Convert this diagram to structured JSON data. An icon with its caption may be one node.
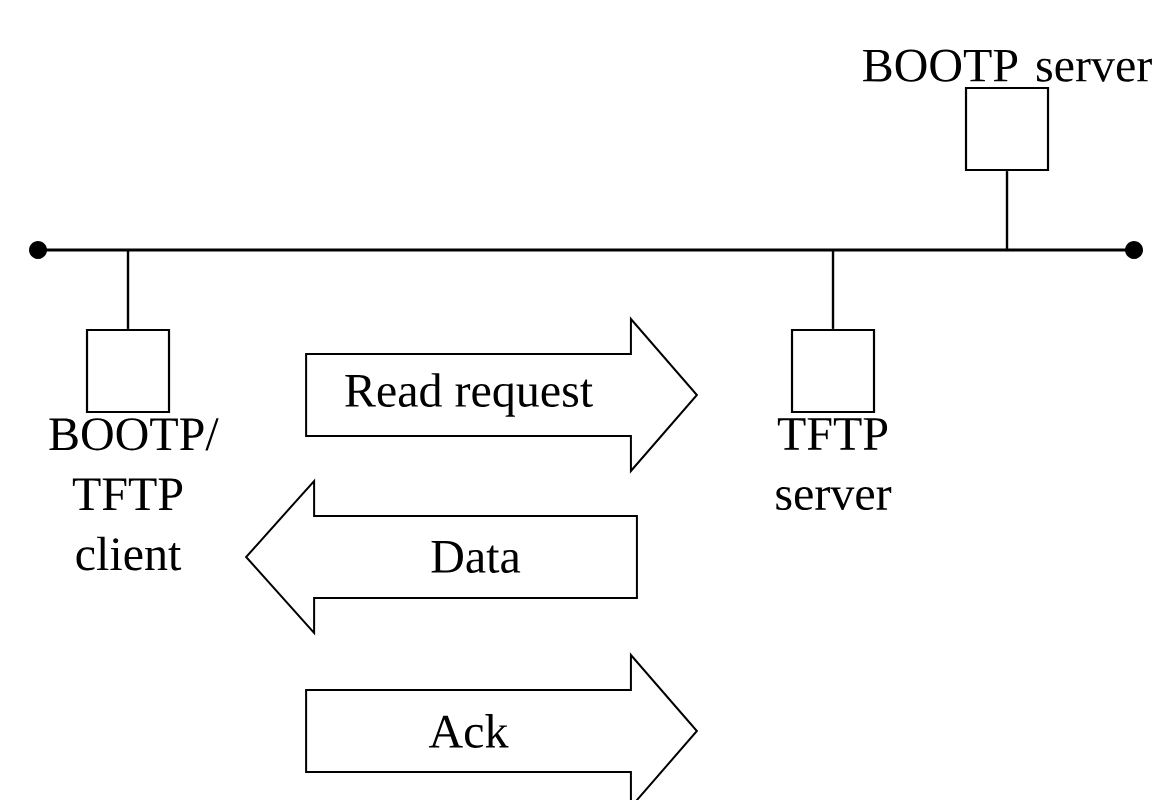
{
  "diagram": {
    "nodes": [
      {
        "text": [],
        "shape": "bar"
      },
      {
        "text": [
          "BOOTP server"
        ]
      },
      {
        "text": [
          "BOOTP/ TFTP client"
        ]
      },
      {
        "text": [
          "TFTP server"
        ]
      }
    ],
    "edges": [
      {
        "from": 1,
        "to": 0,
        "arrow": "none"
      },
      {
        "from": 2,
        "to": 0,
        "arrow": "none"
      },
      {
        "from": 3,
        "to": 0,
        "arrow": "none"
      },
      {
        "from": 2,
        "to": 3,
        "arrow": "to",
        "label": "Read request",
        "style": "thick"
      },
      {
        "from": 3,
        "to": 2,
        "arrow": "to",
        "label": "Data",
        "style": "thick"
      },
      {
        "from": 2,
        "to": 3,
        "arrow": "to",
        "label": "Ack",
        "style": "thick"
      }
    ]
  }
}
